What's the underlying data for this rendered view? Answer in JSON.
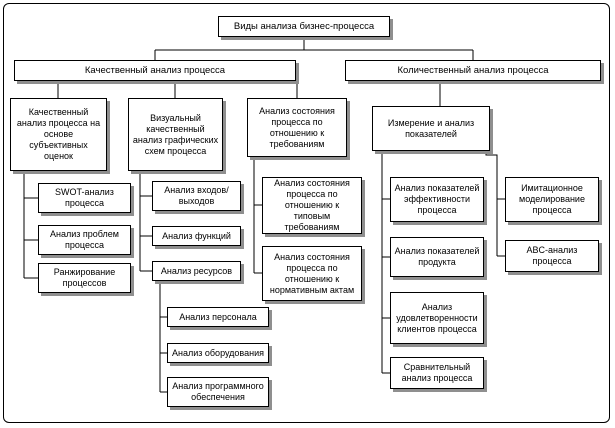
{
  "diagram": {
    "nodes": {
      "root": "Виды анализа бизнес-процесса",
      "qualitative": "Качественный анализ процесса",
      "quantitative": "Количественный анализ процесса",
      "subjective": "Качественный анализ процесса на основе субъективных оценок",
      "visual": "Визуальный качественный анализ графических схем процесса",
      "state": "Анализ состояния процесса по отношению к требованиям",
      "measure": "Измерение и анализ показателей",
      "swot": "SWOT-анализ процесса",
      "problems": "Анализ проблем процесса",
      "ranking": "Ранжирование процессов",
      "io": "Анализ входов/выходов",
      "functions": "Анализ функций",
      "resources": "Анализ ресурсов",
      "personnel": "Анализ персонала",
      "equipment": "Анализ оборудования",
      "software": "Анализ программного обеспечения",
      "typical": "Анализ состояния процесса по отношению к типовым требованиям",
      "normative": "Анализ состояния процесса по отношению к нормативным актам",
      "efficiency": "Анализ показателей эффективности процесса",
      "product": "Анализ показателей продукта",
      "satisfaction": "Анализ удовлетворенности клиентов процесса",
      "comparative": "Сравнительный анализ процесса",
      "simulation": "Имитационное моделирование процесса",
      "abc": "ABC-анализ процесса"
    },
    "colors": {
      "box_border": "#000000",
      "box_shadow": "#8f8f8f",
      "line": "#000000"
    }
  }
}
